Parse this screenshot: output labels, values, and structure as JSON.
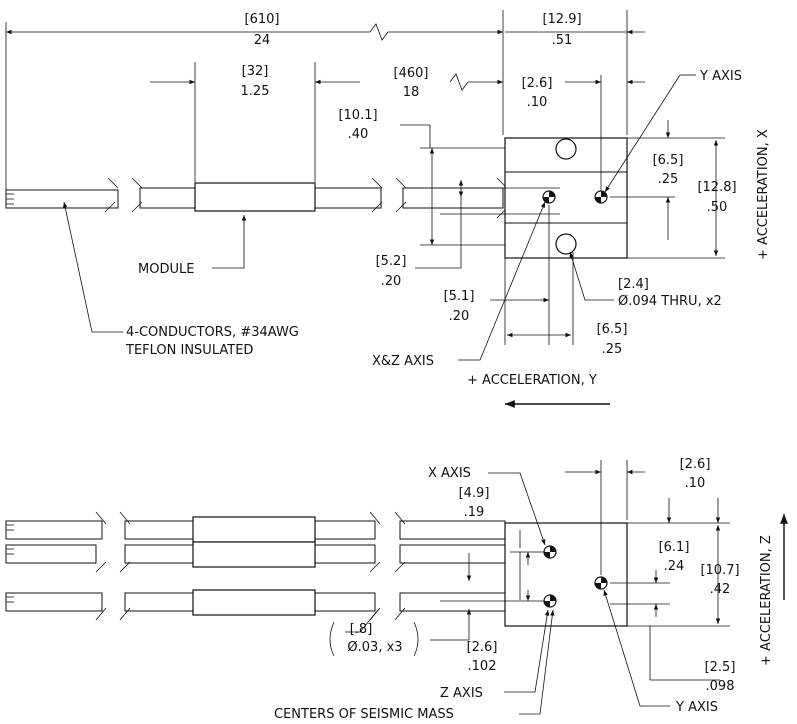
{
  "top_view": {
    "cable_length": {
      "metric": "[610]",
      "inch": "24"
    },
    "module_length": {
      "metric": "[32]",
      "inch": "1.25"
    },
    "module_offset": {
      "metric": "[460]",
      "inch": "18"
    },
    "sensor_width": {
      "metric": "[12.9]",
      "inch": ".51"
    },
    "y_axis_offset": {
      "metric": "[2.6]",
      "inch": ".10"
    },
    "cable_offset": {
      "metric": "[10.1]",
      "inch": ".40"
    },
    "y_axis_height": {
      "metric": "[6.5]",
      "inch": ".25"
    },
    "sensor_height": {
      "metric": "[12.8]",
      "inch": ".50"
    },
    "xz_axis_height": {
      "metric": "[5.2]",
      "inch": ".20"
    },
    "hole_dia": {
      "metric": "[2.4]",
      "spec": "Ø.094 THRU, x2"
    },
    "xz_axis_offset": {
      "metric": "[5.1]",
      "inch": ".20"
    },
    "hole_spacing": {
      "metric": "[6.5]",
      "inch": ".25"
    },
    "label_y_axis": "Y AXIS",
    "label_module": "MODULE",
    "label_conductors_1": "4-CONDUCTORS, #34AWG",
    "label_conductors_2": "TEFLON INSULATED",
    "label_xz_axis": "X&Z AXIS",
    "label_accel_y": "+ ACCELERATION, Y",
    "label_accel_x": "+ ACCELERATION, X"
  },
  "bottom_view": {
    "label_x_axis": "X AXIS",
    "x_axis_height": {
      "metric": "[4.9]",
      "inch": ".19"
    },
    "y_axis_offset": {
      "metric": "[2.6]",
      "inch": ".10"
    },
    "y_axis_height": {
      "metric": "[6.1]",
      "inch": ".24"
    },
    "sensor_height": {
      "metric": "[10.7]",
      "inch": ".42"
    },
    "wire_dia": {
      "metric": "[.8]",
      "spec": "Ø.03, x3"
    },
    "z_axis_height": {
      "metric": "[2.6]",
      "inch": ".102"
    },
    "bottom_offset": {
      "metric": "[2.5]",
      "inch": ".098"
    },
    "label_z_axis": "Z AXIS",
    "label_centers": "CENTERS OF SEISMIC MASS",
    "label_y_axis": "Y AXIS",
    "label_accel_z": "+ ACCELERATION, Z"
  }
}
